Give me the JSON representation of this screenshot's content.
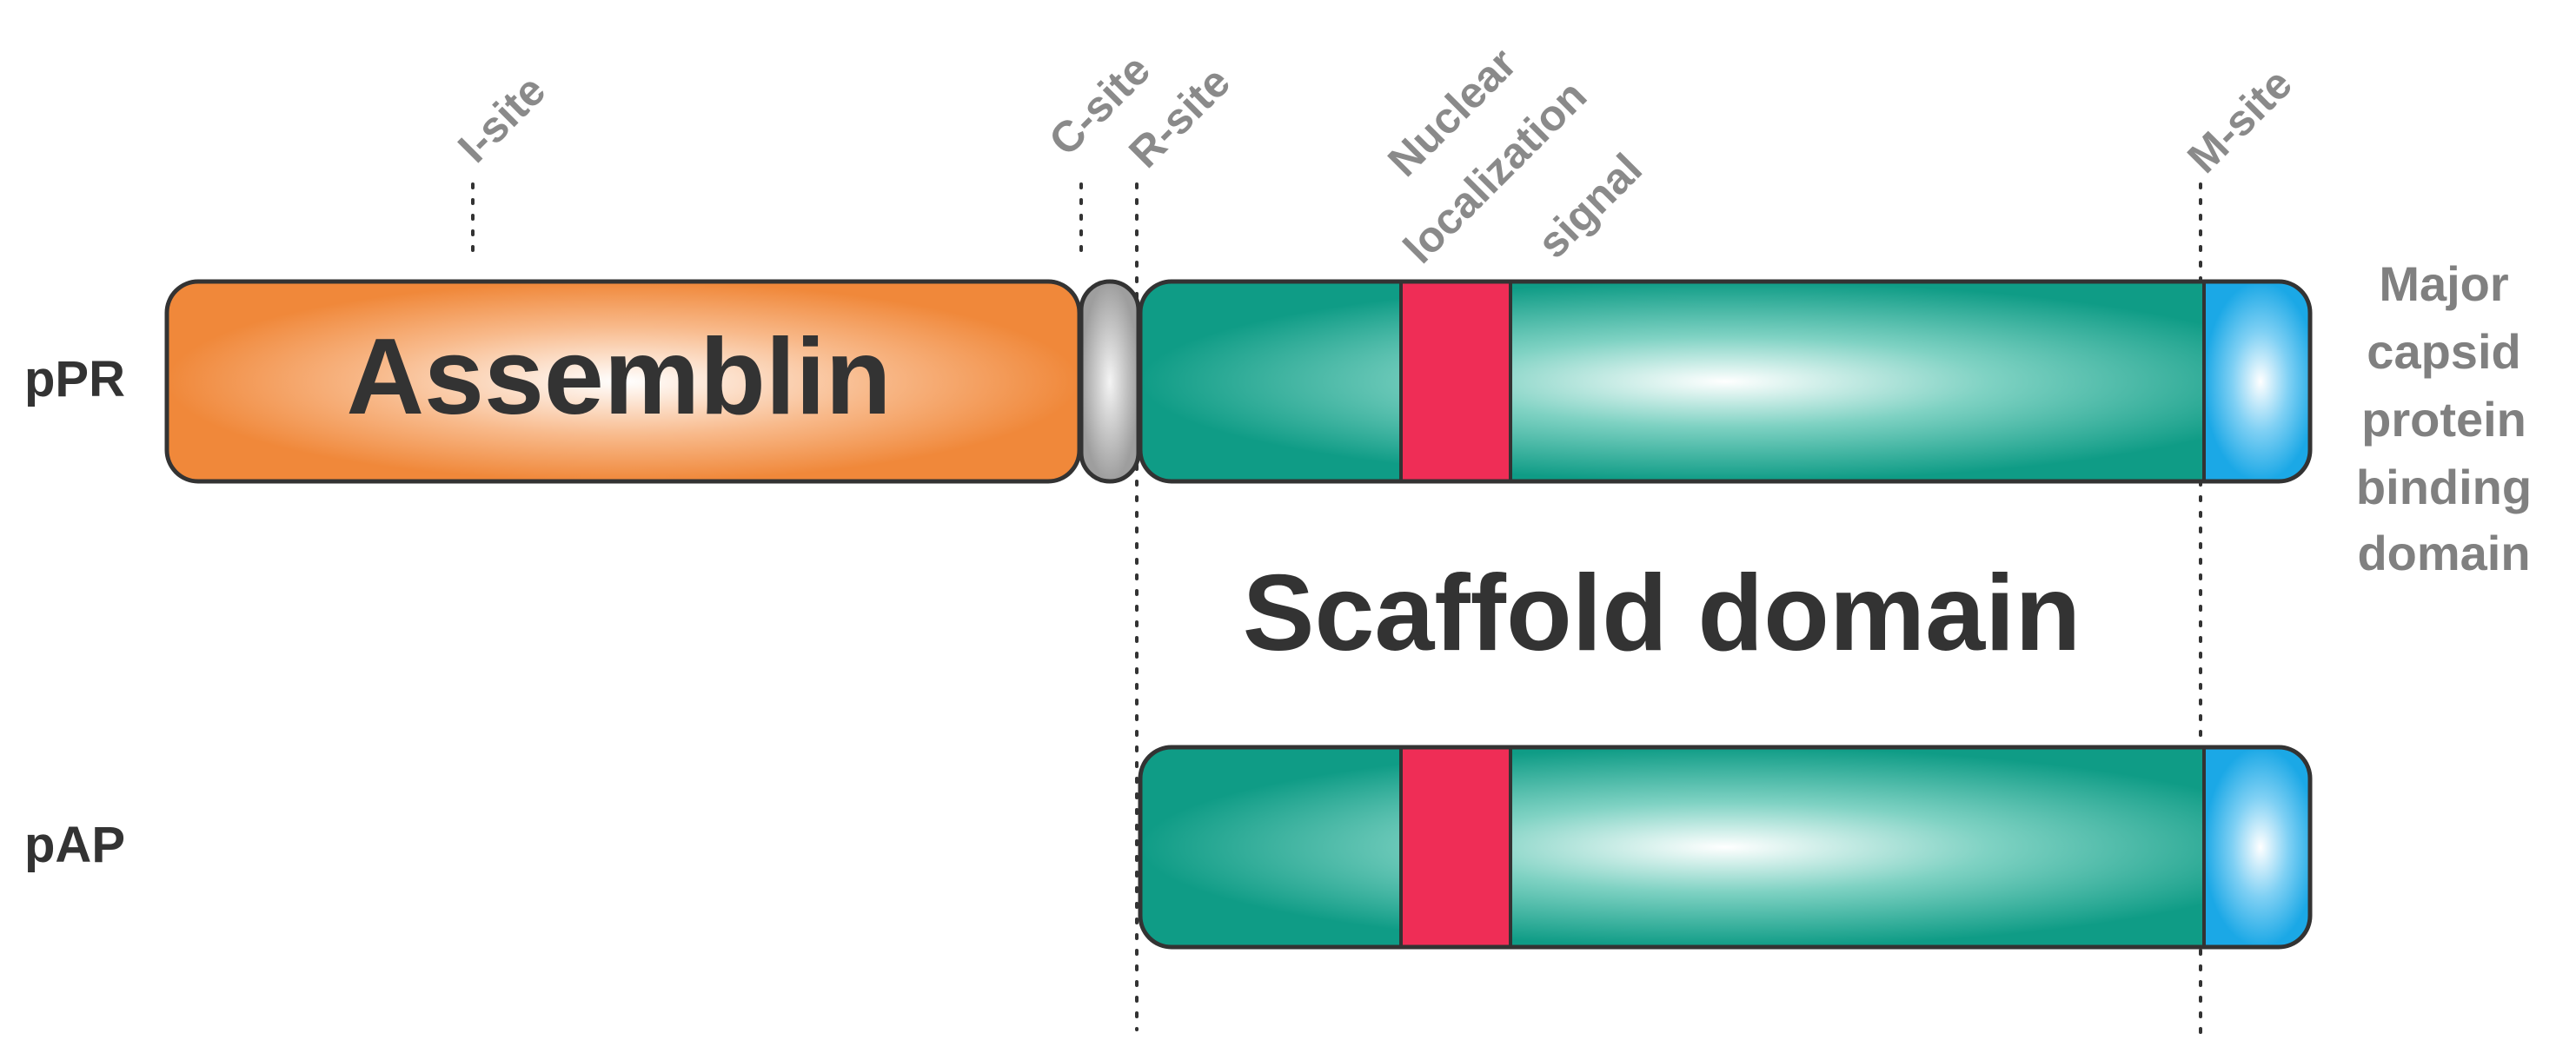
{
  "rows": {
    "ppr_label": "pPR",
    "pap_label": "pAP"
  },
  "domains": {
    "assemblin": "Assemblin",
    "scaffold": "Scaffold domain"
  },
  "sites": {
    "i_site": "I-site",
    "c_site": "C-site",
    "r_site": "R-site",
    "m_site": "M-site",
    "nls_line1": "Nuclear",
    "nls_line2": "localization",
    "nls_line3": "signal"
  },
  "mcp_binding": {
    "line1": "Major",
    "line2": "capsid",
    "line3": "protein",
    "line4": "binding",
    "line5": "domain"
  },
  "colors": {
    "assemblin": "#f0883a",
    "linker": "#b5b5b5",
    "scaffold": "#11a08a",
    "nls": "#ef2d56",
    "mcp_binding": "#22aee8",
    "outline": "#333333"
  }
}
